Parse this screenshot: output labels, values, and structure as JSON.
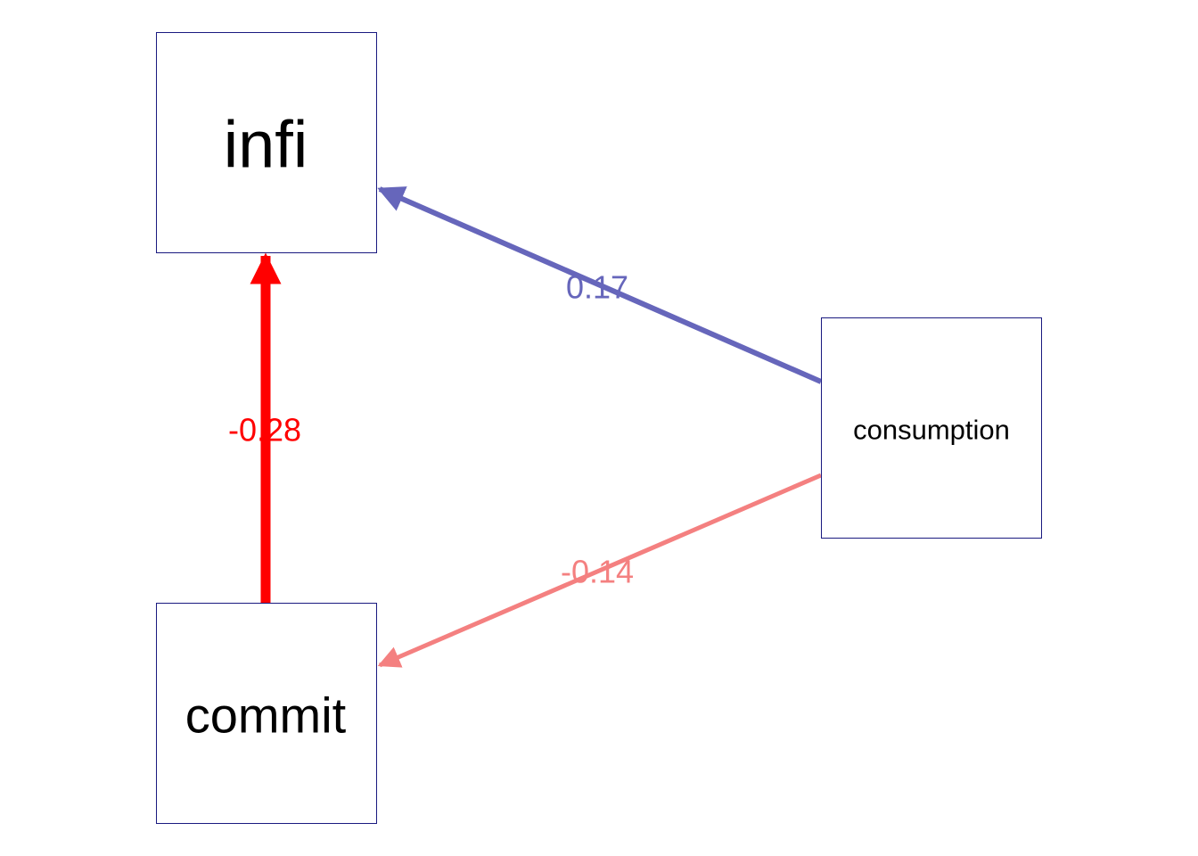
{
  "diagram": {
    "nodes": [
      {
        "id": "infi",
        "label": "infi"
      },
      {
        "id": "commit",
        "label": "commit"
      },
      {
        "id": "consumption",
        "label": "consumption"
      }
    ],
    "edges": [
      {
        "from": "consumption",
        "to": "infi",
        "label": "0.17",
        "weight": 0.17,
        "color": "#6666bb"
      },
      {
        "from": "commit",
        "to": "infi",
        "label": "-0.28",
        "weight": -0.28,
        "color": "#ff0000"
      },
      {
        "from": "consumption",
        "to": "commit",
        "label": "-0.14",
        "weight": -0.14,
        "color": "#f48080"
      }
    ],
    "colors": {
      "node_border": "#1a1a80",
      "positive": "#6666bb",
      "negative": "#ff0000"
    }
  }
}
